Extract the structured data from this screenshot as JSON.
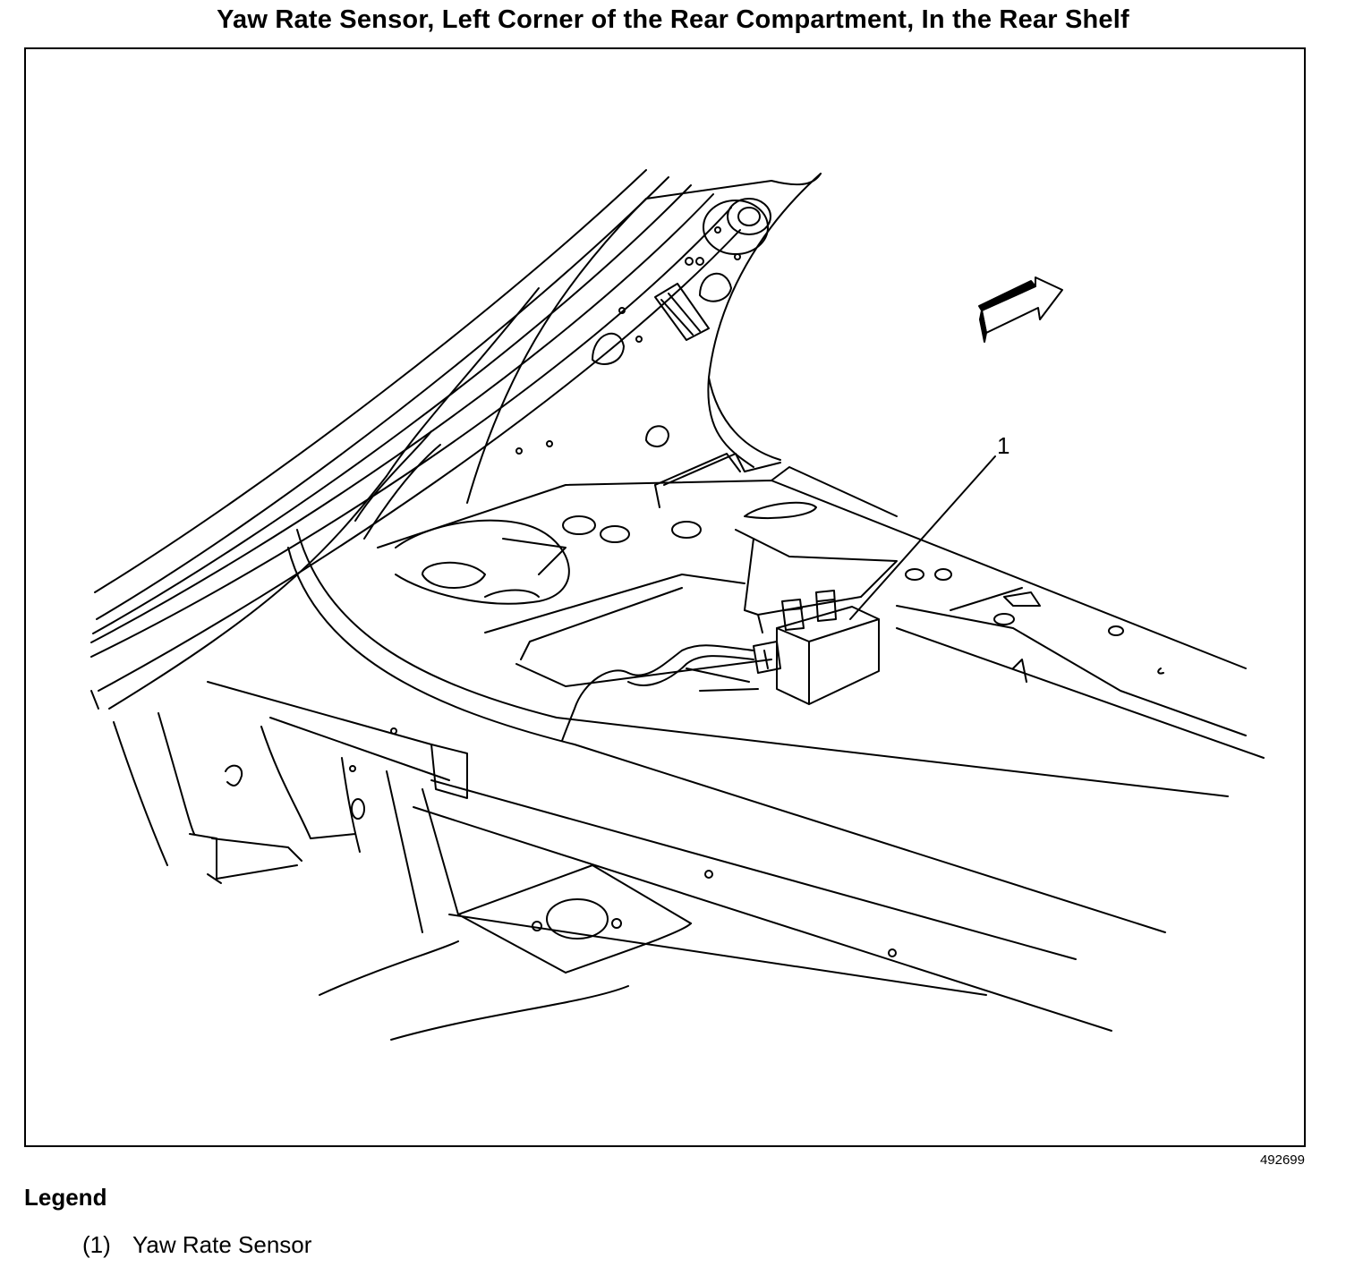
{
  "title": "Yaw Rate Sensor, Left Corner of the Rear Compartment, In the Rear Shelf",
  "figure": {
    "id": "492699",
    "callouts": [
      {
        "number": "1"
      }
    ]
  },
  "legend": {
    "heading": "Legend",
    "items": [
      {
        "number": "(1)",
        "label": "Yaw Rate Sensor"
      }
    ]
  },
  "colors": {
    "line": "#000000",
    "background": "#ffffff"
  },
  "icons": {
    "direction_arrow": "forward-arrow-icon"
  }
}
